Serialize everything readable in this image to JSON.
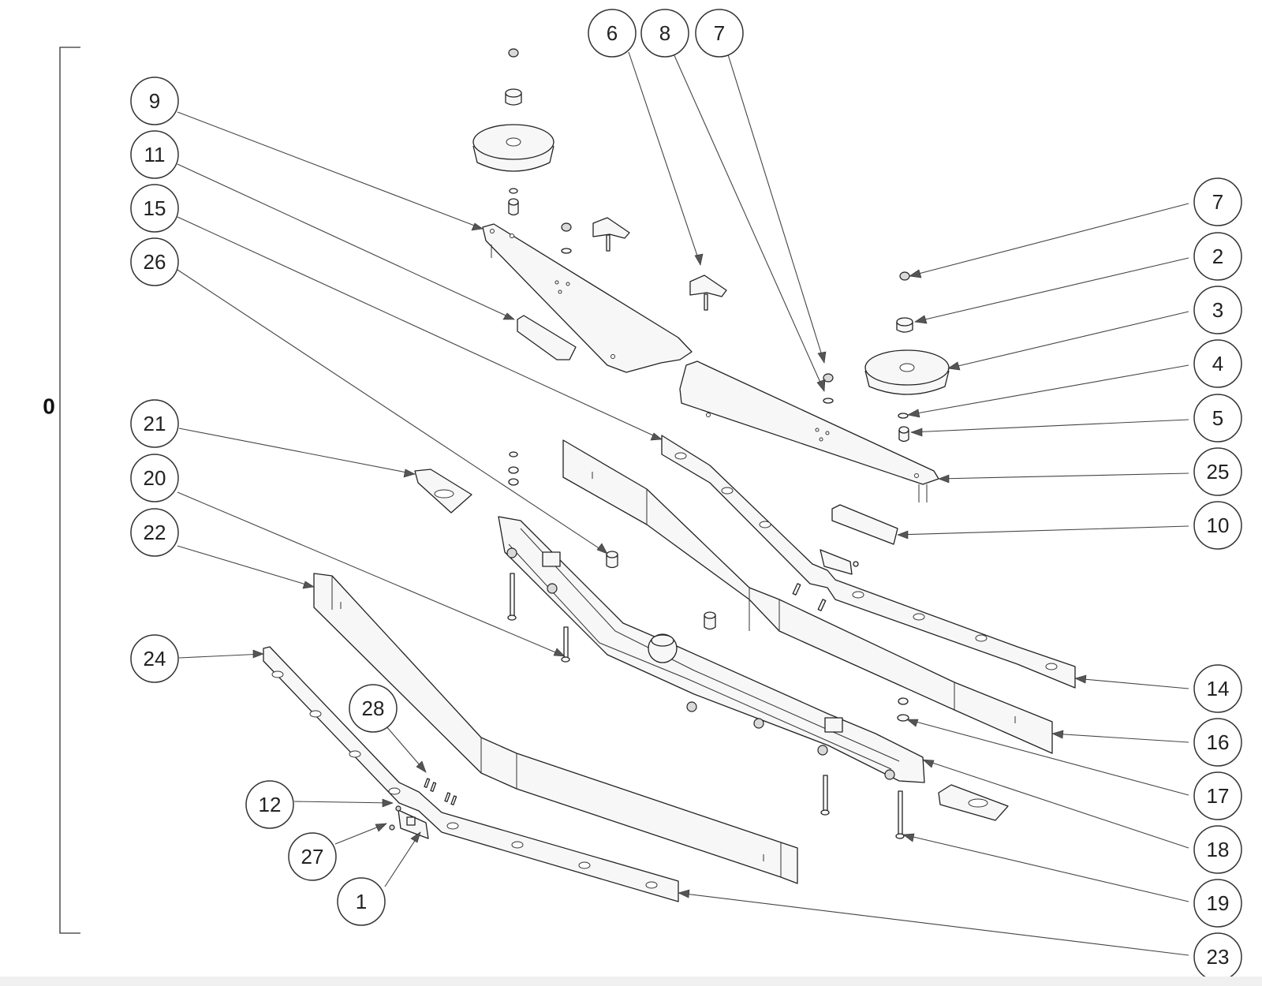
{
  "assembly": {
    "label": "0"
  },
  "callouts": [
    {
      "id": "6",
      "label": "6"
    },
    {
      "id": "8",
      "label": "8"
    },
    {
      "id": "7a",
      "label": "7"
    },
    {
      "id": "9",
      "label": "9"
    },
    {
      "id": "11",
      "label": "11"
    },
    {
      "id": "15",
      "label": "15"
    },
    {
      "id": "26",
      "label": "26"
    },
    {
      "id": "21",
      "label": "21"
    },
    {
      "id": "20",
      "label": "20"
    },
    {
      "id": "22",
      "label": "22"
    },
    {
      "id": "24",
      "label": "24"
    },
    {
      "id": "28",
      "label": "28"
    },
    {
      "id": "12",
      "label": "12"
    },
    {
      "id": "27",
      "label": "27"
    },
    {
      "id": "1",
      "label": "1"
    },
    {
      "id": "7b",
      "label": "7"
    },
    {
      "id": "2",
      "label": "2"
    },
    {
      "id": "3",
      "label": "3"
    },
    {
      "id": "4",
      "label": "4"
    },
    {
      "id": "5",
      "label": "5"
    },
    {
      "id": "25",
      "label": "25"
    },
    {
      "id": "10",
      "label": "10"
    },
    {
      "id": "14",
      "label": "14"
    },
    {
      "id": "16",
      "label": "16"
    },
    {
      "id": "17",
      "label": "17"
    },
    {
      "id": "18",
      "label": "18"
    },
    {
      "id": "19",
      "label": "19"
    },
    {
      "id": "23",
      "label": "23"
    }
  ]
}
